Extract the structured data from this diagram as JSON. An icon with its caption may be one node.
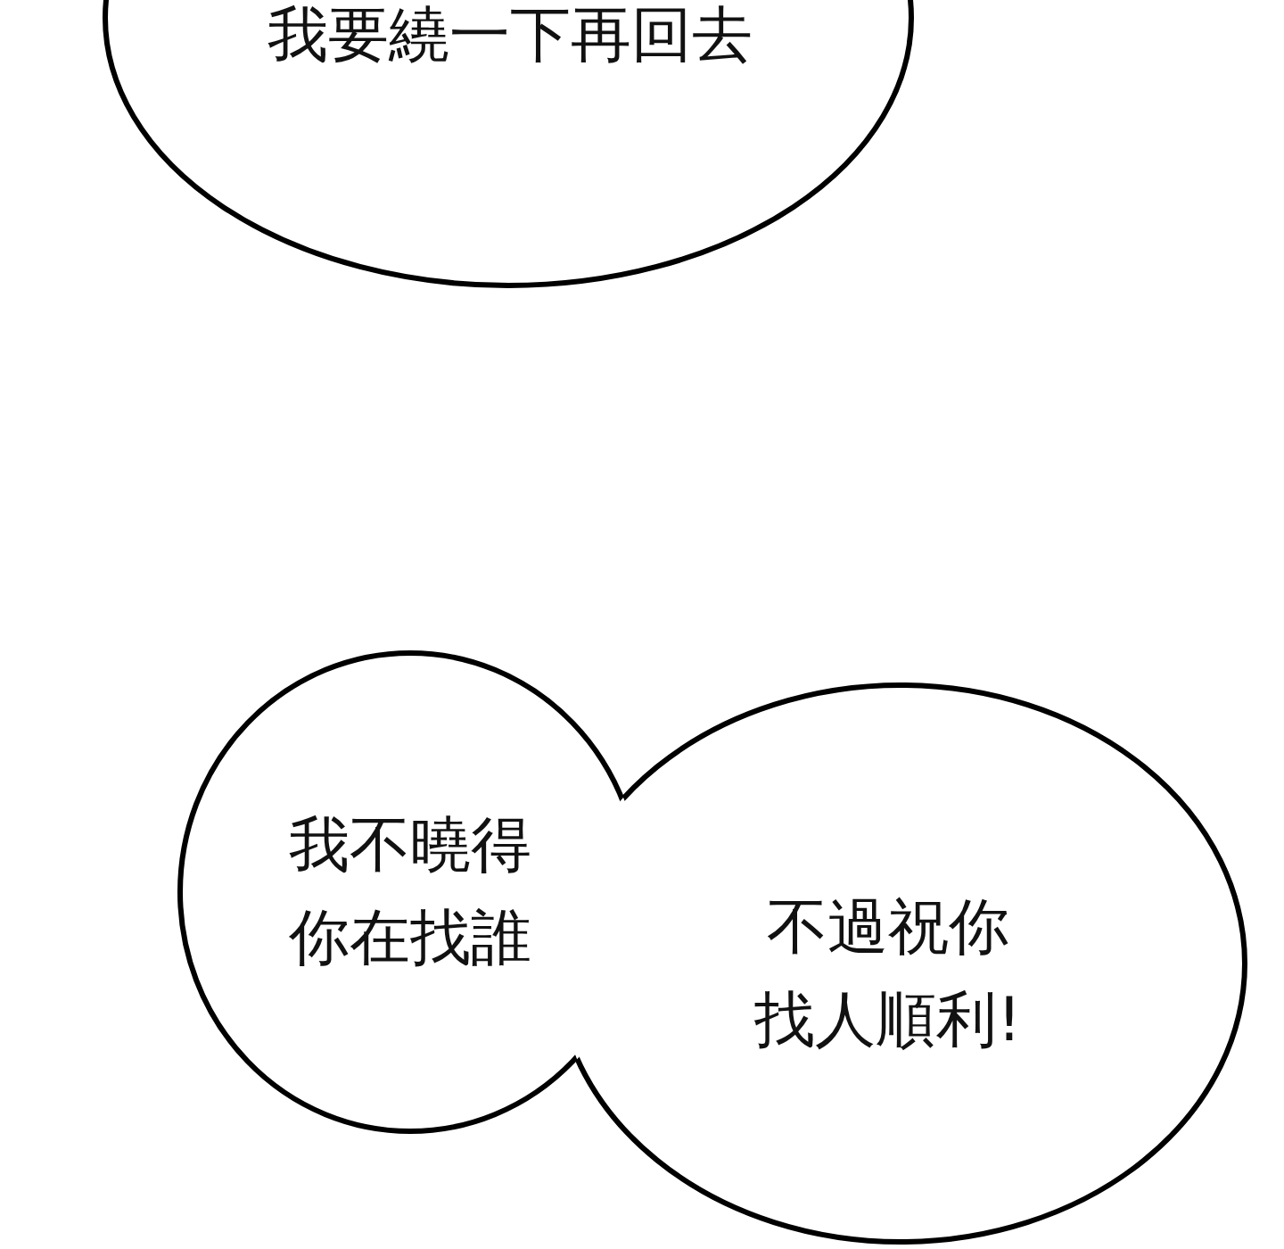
{
  "diagram": {
    "nodes": [
      {
        "text": [
          "我要繞一下再回去"
        ]
      },
      {
        "text": [
          "我不曉得你在找誰"
        ]
      },
      {
        "text": [
          "不過祝你找人順利!"
        ]
      }
    ]
  }
}
